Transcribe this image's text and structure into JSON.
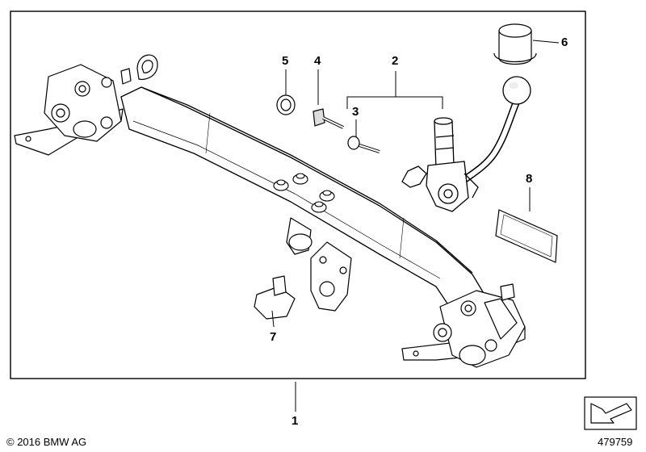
{
  "callouts": {
    "p1": "1",
    "p2": "2",
    "p3": "3",
    "p4": "4",
    "p5": "5",
    "p6": "6",
    "p7": "7",
    "p8": "8"
  },
  "footer": {
    "copyright": "© 2016 BMW AG",
    "diagram_number": "479759"
  },
  "icons": {
    "nav": "page-arrow-icon"
  }
}
